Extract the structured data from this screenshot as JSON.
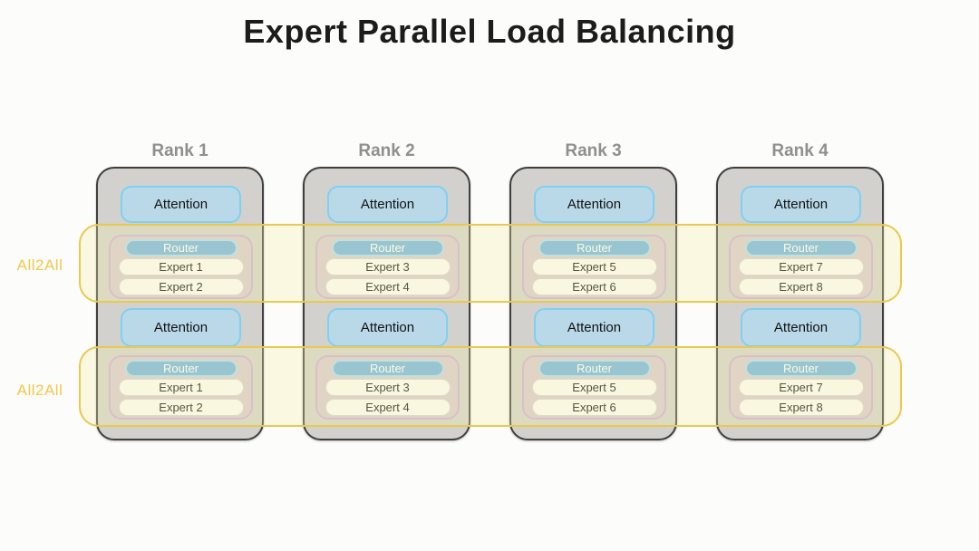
{
  "title": "Expert Parallel Load Balancing",
  "bands": [
    {
      "label": "All2All"
    },
    {
      "label": "All2All"
    }
  ],
  "ranks": [
    {
      "name": "Rank 1",
      "layers": [
        {
          "attention": "Attention",
          "router": "Router",
          "experts": [
            "Expert 1",
            "Expert 2"
          ]
        },
        {
          "attention": "Attention",
          "router": "Router",
          "experts": [
            "Expert 1",
            "Expert 2"
          ]
        }
      ]
    },
    {
      "name": "Rank 2",
      "layers": [
        {
          "attention": "Attention",
          "router": "Router",
          "experts": [
            "Expert 3",
            "Expert 4"
          ]
        },
        {
          "attention": "Attention",
          "router": "Router",
          "experts": [
            "Expert 3",
            "Expert 4"
          ]
        }
      ]
    },
    {
      "name": "Rank 3",
      "layers": [
        {
          "attention": "Attention",
          "router": "Router",
          "experts": [
            "Expert 5",
            "Expert 6"
          ]
        },
        {
          "attention": "Attention",
          "router": "Router",
          "experts": [
            "Expert 5",
            "Expert 6"
          ]
        }
      ]
    },
    {
      "name": "Rank 4",
      "layers": [
        {
          "attention": "Attention",
          "router": "Router",
          "experts": [
            "Expert 7",
            "Expert 8"
          ]
        },
        {
          "attention": "Attention",
          "router": "Router",
          "experts": [
            "Expert 7",
            "Expert 8"
          ]
        }
      ]
    }
  ],
  "colors": {
    "title_text": "#1c1c1c",
    "rank_label_text": "#8f8f8f",
    "container_fill": "#d2d1cd",
    "container_border": "#3f3f3f",
    "attention_fill": "#b9d9e9",
    "attention_border": "#7fd0f2",
    "moe_fill": "#d6c9d2",
    "moe_border": "#c9aed6",
    "router_fill": "#70b4e2",
    "router_border": "#a8dcf5",
    "expert_fill": "#fbfbfa",
    "expert_border": "#d5d5d2",
    "band_fill": "rgba(250,238,170,0.30)",
    "band_border": "#e9c94f",
    "all2all_text": "#f2c84a"
  }
}
